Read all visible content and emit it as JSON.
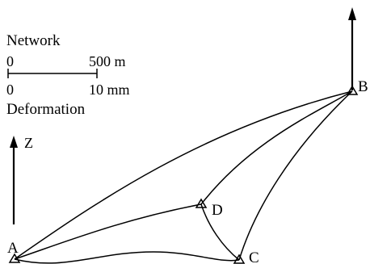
{
  "legend": {
    "network_label": "Network",
    "network_scale_start": "0",
    "network_scale_end": "500 m",
    "deformation_scale_start": "0",
    "deformation_scale_end": "10 mm",
    "deformation_label": "Deformation"
  },
  "axis": {
    "label": "Z"
  },
  "points": {
    "A": "A",
    "B": "B",
    "C": "C",
    "D": "D"
  }
}
